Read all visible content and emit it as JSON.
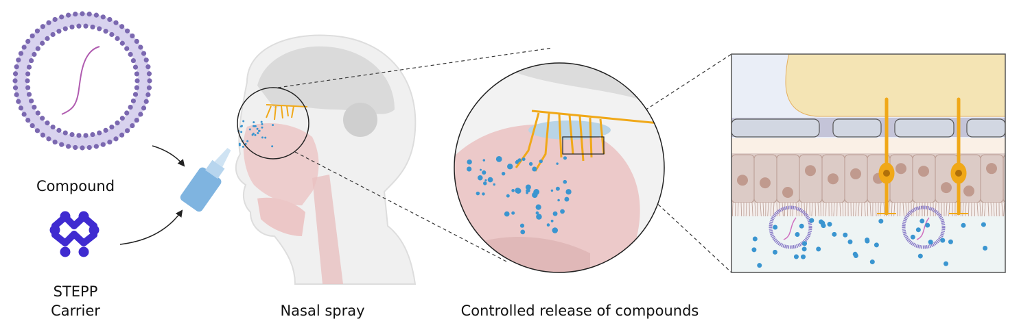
{
  "labels": {
    "compound": "Compound",
    "stepp_line1": "STEPP",
    "stepp_line2": "Carrier",
    "nasal_spray": "Nasal spray",
    "controlled_release": "Controlled release of compounds"
  },
  "colors": {
    "liposome": "#7b68b0",
    "rna": "#b05cb0",
    "stepp": "#3f2bd0",
    "neuron": "#f0a818",
    "droplet": "#3a95d0",
    "bottle": "#7fb4e0",
    "mucus": "#eef4f4",
    "epithelium": "#dccbc6",
    "bone": "#d2d7e2",
    "bulb": "#f4e4b4"
  }
}
